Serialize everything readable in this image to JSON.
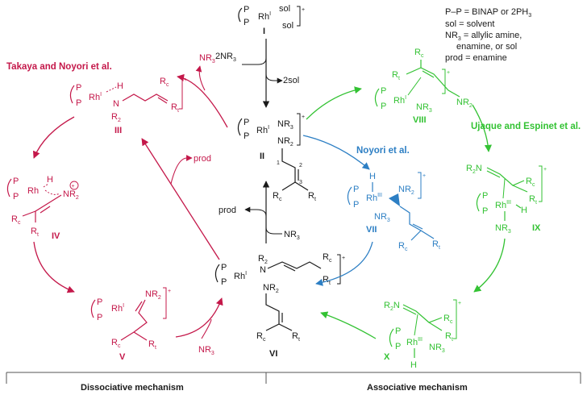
{
  "legend": {
    "line1": "P–P = BINAP or 2PH",
    "line1_sub": "3",
    "line2": "sol = solvent",
    "line3": "NR",
    "line3_sub": "3",
    "line3_rest": " = allylic amine,",
    "line4": "enamine, or sol",
    "line5": "prod = enamine"
  },
  "authors": {
    "left": "Takaya and Noyori et al.",
    "noyori": "Noyori et al.",
    "right": "Ujaque and Espinet et al."
  },
  "labels": {
    "I": "I",
    "II": "II",
    "III": "III",
    "IV": "IV",
    "V": "V",
    "VI": "VI",
    "VII": "VII",
    "VIII": "VIII",
    "IX": "IX",
    "X": "X"
  },
  "reagents": {
    "top_left": "2NR",
    "top_left_sub": "3",
    "top_right": "2sol",
    "nr3_out": "NR",
    "nr3_out_sub": "3",
    "prod1": "prod",
    "prod2": "prod",
    "nr3_in": "NR",
    "nr3_in_sub": "3",
    "nr3_bottom": "NR",
    "nr3_bottom_sub": "3"
  },
  "atoms": {
    "Rh": "Rh",
    "P": "P",
    "N": "N",
    "H": "H",
    "NR": "NR",
    "R": "R",
    "sol": "sol",
    "ox1": "I",
    "ox3": "III",
    "sub2": "2",
    "sub3": "3",
    "c": "c",
    "t": "t",
    "plus": "+",
    "one": "1",
    "two": "2",
    "three": "3"
  },
  "footer": {
    "left": "Dissociative mechanism",
    "right": "Associative mechanism"
  },
  "colors": {
    "black": "#1a1a1a",
    "dissociative": "#c4184a",
    "associative": "#33c233",
    "noyori": "#2d7fc4"
  }
}
